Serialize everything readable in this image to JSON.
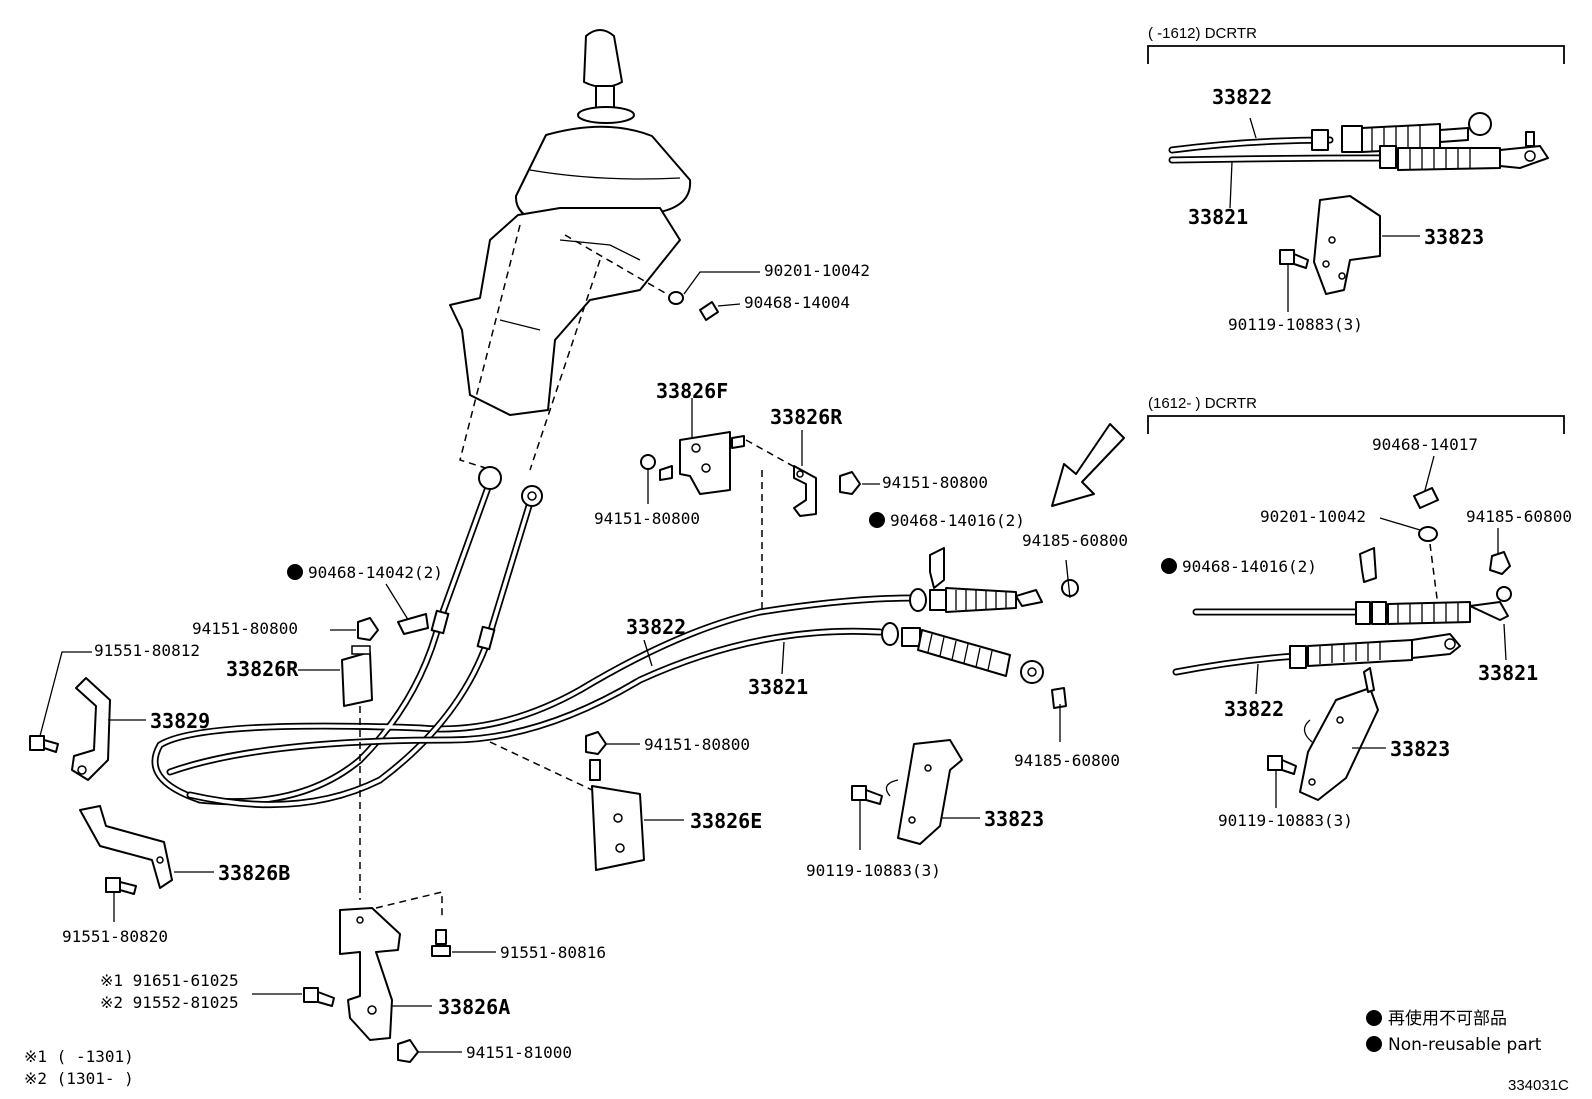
{
  "labels": {
    "knob_washer": "90201-10042",
    "knob_clip": "90468-14004",
    "bracket_f": "33826F",
    "bracket_r_top": "33826R",
    "nut_f": "94151-80800",
    "nut_r": "94151-80800",
    "clip_main_right": "90468-14016(2)",
    "nut_end_upper": "94185-60800",
    "nut_end_lower": "94185-60800",
    "clip_main_left": "90468-14042(2)",
    "nut_left_mid": "94151-80800",
    "bolt_left_top": "91551-80812",
    "bracket_r_left": "33826R",
    "clamp_33829": "33829",
    "cable_33822": "33822",
    "cable_33821": "33821",
    "nut_center": "94151-80800",
    "bracket_e": "33826E",
    "bracket_33823": "33823",
    "bolt_33823": "90119-10883(3)",
    "bracket_b": "33826B",
    "bolt_b": "91551-80820",
    "bolt_a_top": "91551-80816",
    "bracket_a": "33826A",
    "note1_bolt": "※1 91651-61025",
    "note2_bolt": "※2 91552-81025",
    "nut_a_bottom": "94151-81000",
    "foot_note1": "※1 (    -1301)",
    "foot_note2": "※2 (1301-    )"
  },
  "inset_top": {
    "header": "(     -1612) DCRTR",
    "cable_33822": "33822",
    "cable_33821": "33821",
    "bracket_33823": "33823",
    "bolt": "90119-10883(3)"
  },
  "inset_bottom": {
    "header": "(1612-     ) DCRTR",
    "clip": "90468-14017",
    "washer": "90201-10042",
    "nut": "94185-60800",
    "clip_2": "90468-14016(2)",
    "cable_33821": "33821",
    "cable_33822": "33822",
    "bracket_33823": "33823",
    "bolt": "90119-10883(3)"
  },
  "legend": {
    "jp": "再使用不可部品",
    "en": "Non-reusable part"
  },
  "diagram_id": "334031C"
}
